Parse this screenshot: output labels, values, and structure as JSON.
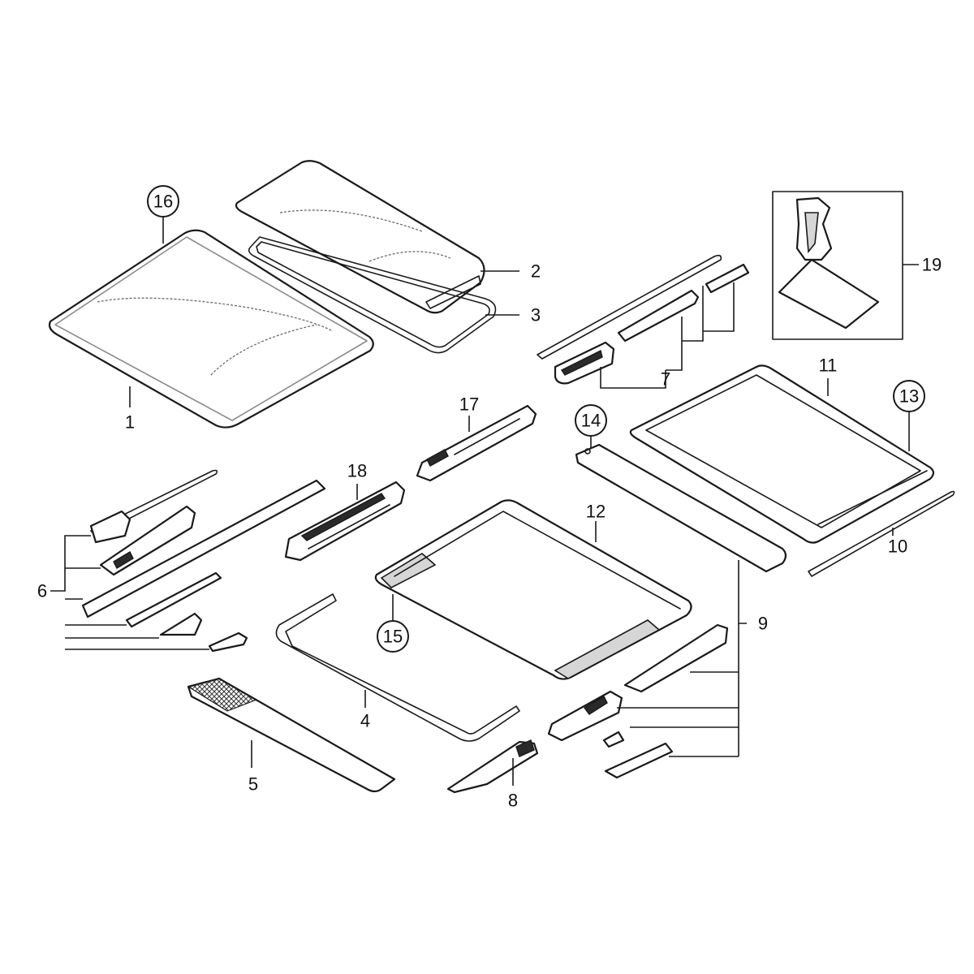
{
  "diagram": {
    "labels": {
      "p1": "1",
      "p2": "2",
      "p3": "3",
      "p4": "4",
      "p5": "5",
      "p6": "6",
      "p7": "7",
      "p8": "8",
      "p9": "9",
      "p10": "10",
      "p11": "11",
      "p12": "12",
      "p13": "13",
      "p14": "14",
      "p15": "15",
      "p16": "16",
      "p17": "17",
      "p18": "18",
      "p19": "19"
    },
    "circled": [
      "13",
      "14",
      "15",
      "16"
    ]
  }
}
